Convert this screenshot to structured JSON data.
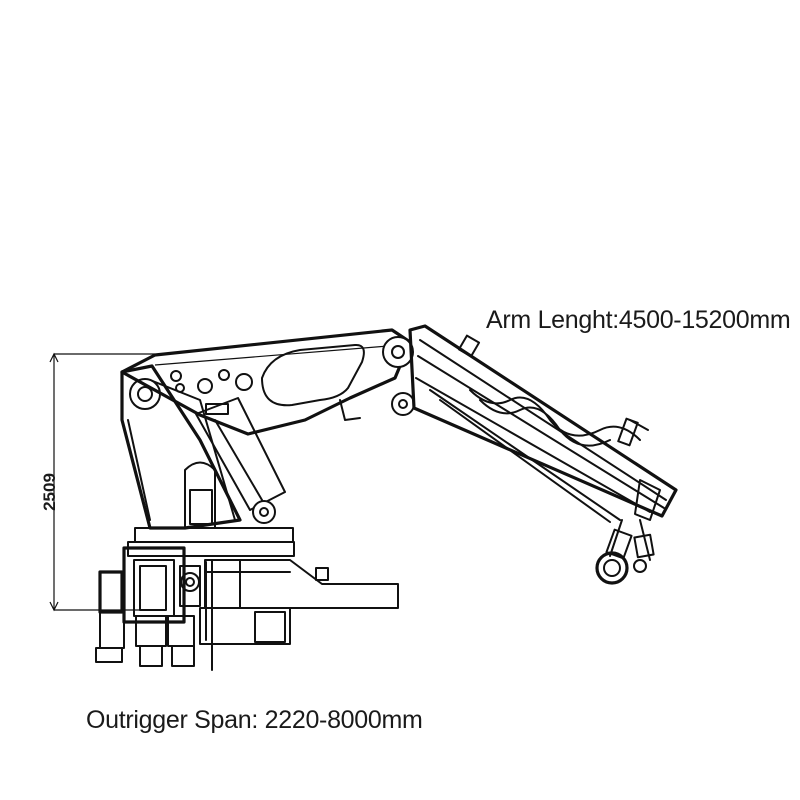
{
  "labels": {
    "arm_length": "Arm Lenght:4500-15200mm",
    "outrigger_span": "Outrigger Span: 2220-8000mm",
    "height_dimension": "2509"
  },
  "colors": {
    "line": "#111111",
    "background": "#ffffff"
  }
}
